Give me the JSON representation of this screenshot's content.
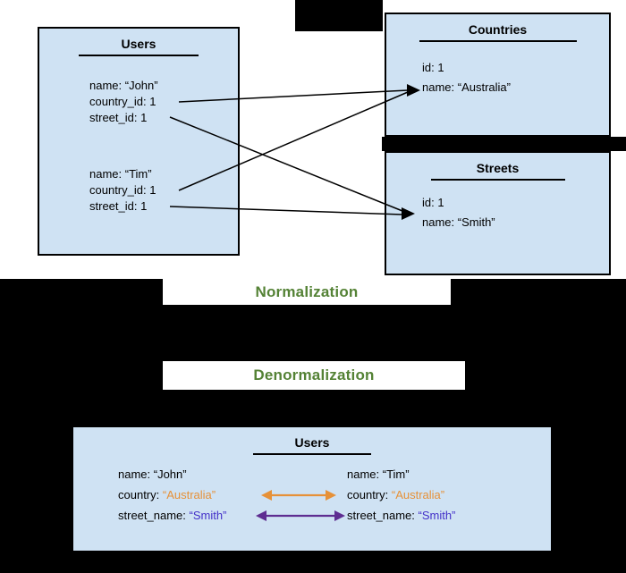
{
  "top_users": {
    "title": "Users",
    "group1": [
      "name: “John”",
      "country_id: 1",
      "street_id: 1"
    ],
    "group2": [
      "name: “Tim”",
      "country_id: 1",
      "street_id: 1"
    ]
  },
  "countries": {
    "title": "Countries",
    "rows": [
      "id: 1",
      "name: “Australia”"
    ]
  },
  "streets": {
    "title": "Streets",
    "rows": [
      "id: 1",
      "name: “Smith”"
    ]
  },
  "process_labels": {
    "normalization": "Normalization",
    "denormalization": "Denormalization"
  },
  "bottom_users": {
    "title": "Users",
    "left": {
      "name": "name: “John”",
      "country_prefix": "country: ",
      "country_value": "“Australia”",
      "street_prefix": "street_name: ",
      "street_value": "“Smith”"
    },
    "right": {
      "name": "name: “Tim”",
      "country_prefix": "country: ",
      "country_value": "“Australia”",
      "street_prefix": "street_name: ",
      "street_value": "“Smith”"
    }
  },
  "colors": {
    "table_fill_blue": "#cfe2f3",
    "label_green": "#548235",
    "australia_orange": "#e69138",
    "smith_blue": "#4431c9",
    "country_link_arrow": "#e69138",
    "street_link_arrow": "#5e2d91",
    "line_black": "#000000"
  }
}
